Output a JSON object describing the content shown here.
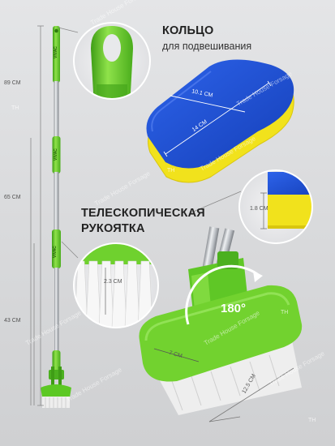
{
  "labels": {
    "ring_title": "КОЛЬЦО",
    "ring_subtitle": "для подвешивания",
    "handle_title_line1": "ТЕЛЕСКОПИЧЕСКАЯ",
    "handle_title_line2": "РУКОЯТКА",
    "rotation": "180°"
  },
  "dimensions": {
    "total_length": "89 CM",
    "mid_length": "65 CM",
    "short_length": "43 CM",
    "sponge_width": "10.1 CM",
    "sponge_length": "14 CM",
    "sponge_thickness": "1.8 CM",
    "bristle_length": "2.3 CM",
    "brush_width": "7 CM",
    "brush_length": "12.5 CM"
  },
  "brand": {
    "handle_logo": "VIVAC",
    "watermark": "Trade House Forsage",
    "watermark_badge": "TH"
  },
  "colors": {
    "green": "#6fd12e",
    "green_dark": "#47a81a",
    "sponge_blue": "#1f4fd6",
    "sponge_yellow": "#f1e21c",
    "metal": "#c8cbcf"
  }
}
